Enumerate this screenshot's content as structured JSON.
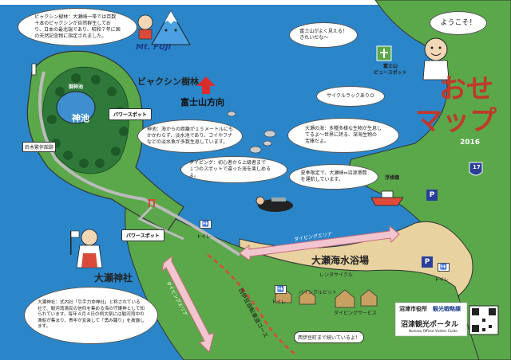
{
  "title": {
    "greeting": "ようこそ！",
    "main_a": "おせ",
    "main_b": "マップ",
    "year": "2016"
  },
  "mt_fuji_logo": "Mt. FUJI",
  "direction": {
    "text": "富士山方向"
  },
  "places": {
    "byakushin_forest": "ビャクシン樹林",
    "kamiike": "神池",
    "osejinja": "大瀬神社",
    "beach": "大瀬海水浴場",
    "fuji_view_spot": "富士山\nビュースポット",
    "pier": "浮桟橋",
    "kamiike_lake": "御神池",
    "suzuki_marker": "鈴木繁伴館跡",
    "rental": "レンタサイクル",
    "diving_service": "ダイビングサービス",
    "bicycle_pit": "バイシクルピット",
    "route_17": "17"
  },
  "power_spot": {
    "label1": "パワースポット",
    "label2": "パワースポット"
  },
  "dive_areas": {
    "a1": "ダイビングエリア",
    "a2": "ダイビングエリア"
  },
  "road": {
    "name": "西伊豆自転車道コース",
    "note": "西伊豆町まで続いているよ！"
  },
  "bubbles": {
    "byakushin": "ビャクシン樹林：大瀬崎一帯では百数\n十本のビャクシンが自然群生してお\nり、日本の最北端であり、昭和７年に国\nの天然記念物に指定されました。",
    "kamiike_info": "神池：海からの距離が１５メートルにも\nかかわらず、淡水池であり、コイやフナ\nなどの淡水魚が多数生息しています。",
    "fuji_view": "富士山がよく見える！\nきれいだな～",
    "cycle_rack": "サイクルラックありＯ",
    "sea_info": "大瀬の海：多種多様な生物が生息し\nてるよ～世界に誇る、深海生物の\n宝庫だよ。",
    "diving_info": "ダイビング：初心者から上級者まで\n１つのスポットで違った海を楽しめるよ。",
    "ferry": "夏季限定で、大瀬崎⇔沼津港間\nを運航しています。",
    "shrine_info": "大瀬神社：式内社「引手力命神社」と称されている\n社で、駿河湾漁民の信仰を集める海の守護神として知\nられています。毎年４月４日の例大祭には駿河湾中の\n漁船が集まり、青年が女装して「勇み踊り」を披露し\nます。"
  },
  "facilities": {
    "toilet1": "トイレ",
    "toilet2": "トイレ",
    "toilet3": "トイレ",
    "parking": "P"
  },
  "footer": {
    "org1": "沼津市役所",
    "org2": "観光戦略課",
    "portal": "沼津観光ポータル",
    "portal_sub": "Numazu Official Visitors Guide"
  },
  "colors": {
    "sea": "#2a86c9",
    "land": "#5aa84a",
    "forest": "#2f7a3a",
    "beach": "#e8d3a0",
    "road": "#d94a3a",
    "title": "#c0392b"
  }
}
